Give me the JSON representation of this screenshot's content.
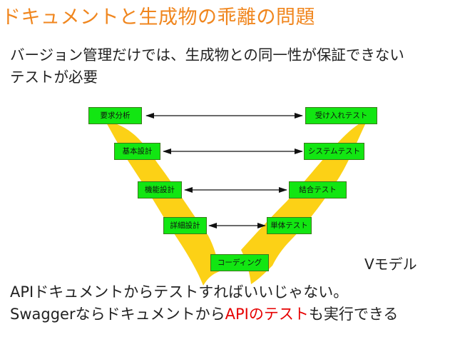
{
  "slide": {
    "title": "ドキュメントと生成物の乖離の問題",
    "intro_line1": "バージョン管理だけでは、生成物との同一性が保証できない",
    "intro_line2": "テストが必要"
  },
  "diagram": {
    "boxes": {
      "requirements": "要求分析",
      "basic_design": "基本設計",
      "functional_design": "機能設計",
      "detailed_design": "詳細設計",
      "coding": "コーディング",
      "unit_test": "単体テスト",
      "integration_test": "結合テスト",
      "system_test": "システムテスト",
      "acceptance_test": "受け入れテスト"
    },
    "label": "Vモデル",
    "colors": {
      "box_fill": "#12e612",
      "band_fill": "#fcd116",
      "arrow": "#111111"
    }
  },
  "footer": {
    "line1": "APIドキュメントからテストすればいいじゃない。",
    "line2_part1": "Swaggerならドキュメントから",
    "line2_highlight": "APIのテスト",
    "line2_part2": "も実行できる",
    "highlight_color": "#e60000"
  }
}
